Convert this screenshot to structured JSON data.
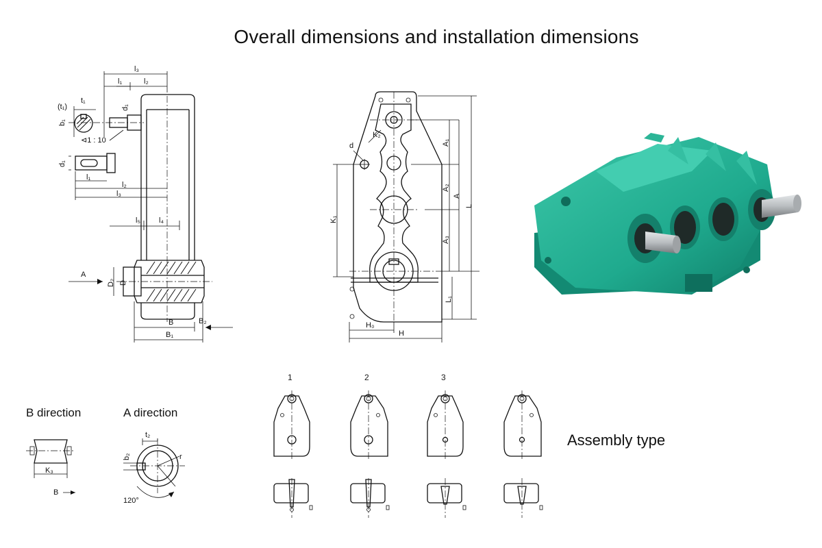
{
  "title": "Overall dimensions and installation dimensions",
  "side_view": {
    "labels": {
      "l3_top": "l₃",
      "l1_top": "l₁",
      "l2_top": "l₂",
      "t1_paren": "(t₁)",
      "t1": "t₁",
      "d1_a": "d₁",
      "b1": "b₁",
      "taper": "⊲1 : 10",
      "d1_b": "d₁",
      "l1_b": "l₁",
      "l2_b": "l₂",
      "l3_b": "l₃",
      "l5": "l₅",
      "l4": "l₄",
      "arrow_a": "A",
      "D2": "D₂",
      "D": "D",
      "B": "B",
      "B2": "B₂",
      "B1": "B₁"
    }
  },
  "front_view": {
    "labels": {
      "d": "d",
      "K2": "K₂",
      "K1": "K₁",
      "A1": "A₁",
      "A2": "A₂",
      "A3": "A₃",
      "A": "A",
      "L": "L",
      "L1": "L₁",
      "H0": "H₀",
      "H": "H"
    }
  },
  "b_direction": {
    "heading": "B direction",
    "K3": "K₃",
    "arrow": "B"
  },
  "a_direction": {
    "heading": "A direction",
    "t2": "t₂",
    "b2": "b₂",
    "r": "r",
    "angle": "120°"
  },
  "assembly": {
    "label": "Assembly type",
    "types": [
      {
        "number": "1"
      },
      {
        "number": "2"
      },
      {
        "number": "3"
      },
      {
        "number": ""
      }
    ]
  },
  "photo": {
    "body_color": "#1faa8e",
    "shaft_color": "#b9bdc0"
  }
}
